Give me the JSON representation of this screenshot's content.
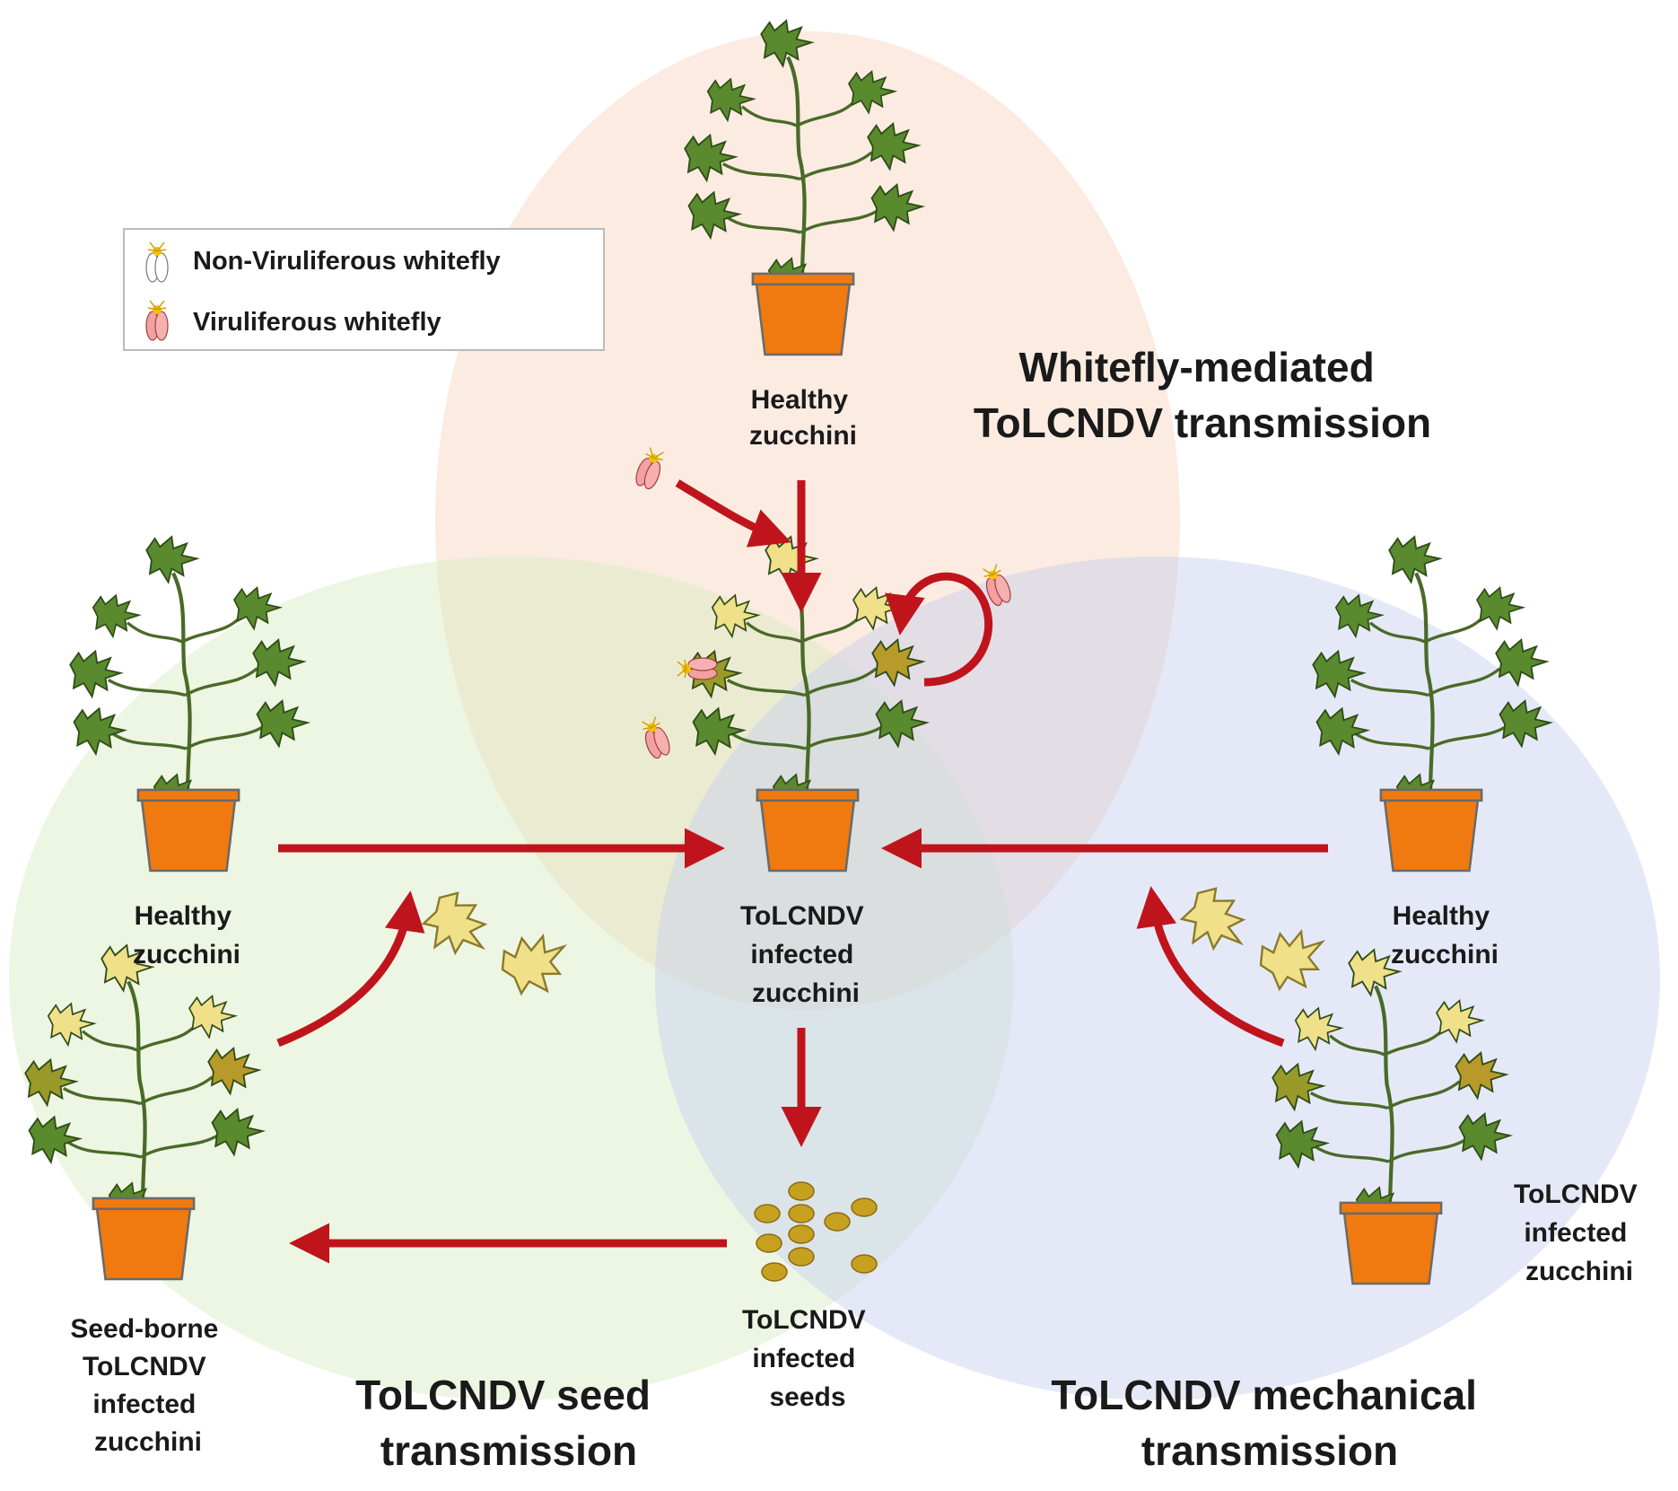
{
  "legend": {
    "non_viruliferous": "Non-Viruliferous whitefly",
    "viruliferous": "Viruliferous whitefly"
  },
  "titles": {
    "whitefly": [
      "Whitefly-mediated",
      "ToLCNDV transmission"
    ],
    "seed": [
      "ToLCNDV seed",
      "transmission"
    ],
    "mechanical": [
      "ToLCNDV mechanical",
      "transmission"
    ]
  },
  "labels": {
    "top_healthy": [
      "Healthy",
      "zucchini"
    ],
    "center_infected": [
      "ToLCNDV",
      "infected",
      "zucchini"
    ],
    "left_healthy": [
      "Healthy",
      "zucchini"
    ],
    "right_healthy": [
      "Healthy",
      "zucchini"
    ],
    "left_seedborne": [
      "Seed-borne",
      "ToLCNDV",
      "infected",
      "zucchini"
    ],
    "right_infected": [
      "ToLCNDV",
      "infected",
      "zucchini"
    ],
    "seeds": [
      "ToLCNDV",
      "infected",
      "seeds"
    ]
  },
  "colors": {
    "arrow": "#c0141c",
    "leaf_healthy": "#5a8a2e",
    "leaf_infected": "#f0e08a",
    "pot": "#f07a10",
    "seed": "#c8a020",
    "circle_whitefly": "#f6d2bd",
    "circle_seed": "#d6ebc2",
    "circle_mechanical": "#c6cfee"
  }
}
